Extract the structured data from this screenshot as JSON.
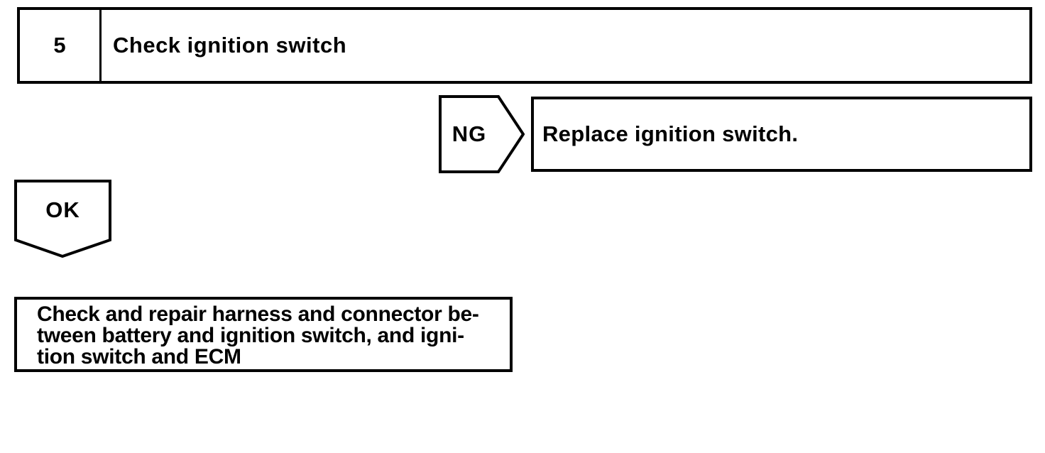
{
  "page": {
    "background_color": "#ffffff",
    "ink_color": "#000000"
  },
  "flowchart": {
    "step_box": {
      "number": "5",
      "label": "Check ignition switch"
    },
    "ng_connector": {
      "label": "NG"
    },
    "ng_result_box": {
      "label": "Replace ignition switch."
    },
    "ok_connector": {
      "label": "OK"
    },
    "ok_result_box": {
      "lines": [
        "Check and repair harness and connector be-",
        "tween battery and ignition switch, and igni-",
        "tion switch and ECM"
      ]
    }
  }
}
